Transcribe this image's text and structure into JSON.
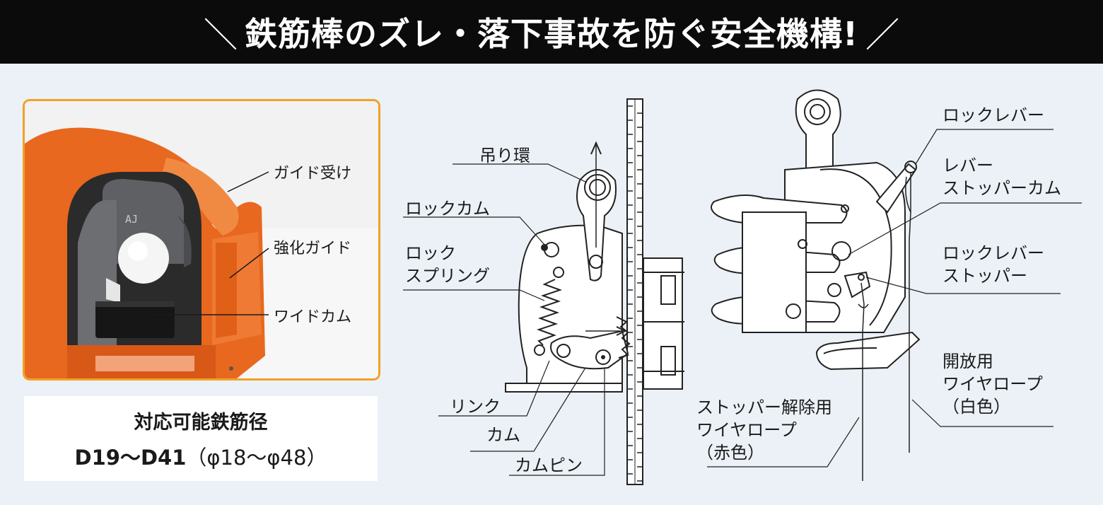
{
  "banner": {
    "left_mark": "＼",
    "title": "鉄筋棒のズレ・落下事故を防ぐ安全機構!",
    "right_mark": "／"
  },
  "photo": {
    "labels": {
      "guide_receiver": "ガイド受け",
      "reinforced_guide": "強化ガイド",
      "wide_cam": "ワイドカム"
    },
    "engraving": "AJ"
  },
  "spec": {
    "heading": "対応可能鉄筋径",
    "range": "D19〜D41",
    "range_phi": "（φ18〜φ48）"
  },
  "left_diagram": {
    "labels": {
      "lifting_ring": "吊り環",
      "lock_cam": "ロックカム",
      "lock_spring_line1": "ロック",
      "lock_spring_line2": "スプリング",
      "link": "リンク",
      "cam": "カム",
      "cam_pin": "カムピン"
    }
  },
  "right_diagram": {
    "labels": {
      "lock_lever": "ロックレバー",
      "lever_stopper_cam_line1": "レバー",
      "lever_stopper_cam_line2": "ストッパーカム",
      "lock_lever_stopper_line1": "ロックレバー",
      "lock_lever_stopper_line2": "ストッパー",
      "release_rope_line1": "開放用",
      "release_rope_line2": "ワイヤロープ",
      "release_rope_line3": "（白色）",
      "stopper_release_rope_line1": "ストッパー解除用",
      "stopper_release_rope_line2": "ワイヤロープ",
      "stopper_release_rope_line3": "（赤色）"
    }
  },
  "colors": {
    "banner_bg": "#0b0b0b",
    "panel_bg": "#ebf1f6",
    "photo_border": "#f2a126",
    "clamp_orange": "#e8681f",
    "cam_black": "#161616",
    "guide_gray": "#5f6063",
    "line_art": "#222222"
  }
}
